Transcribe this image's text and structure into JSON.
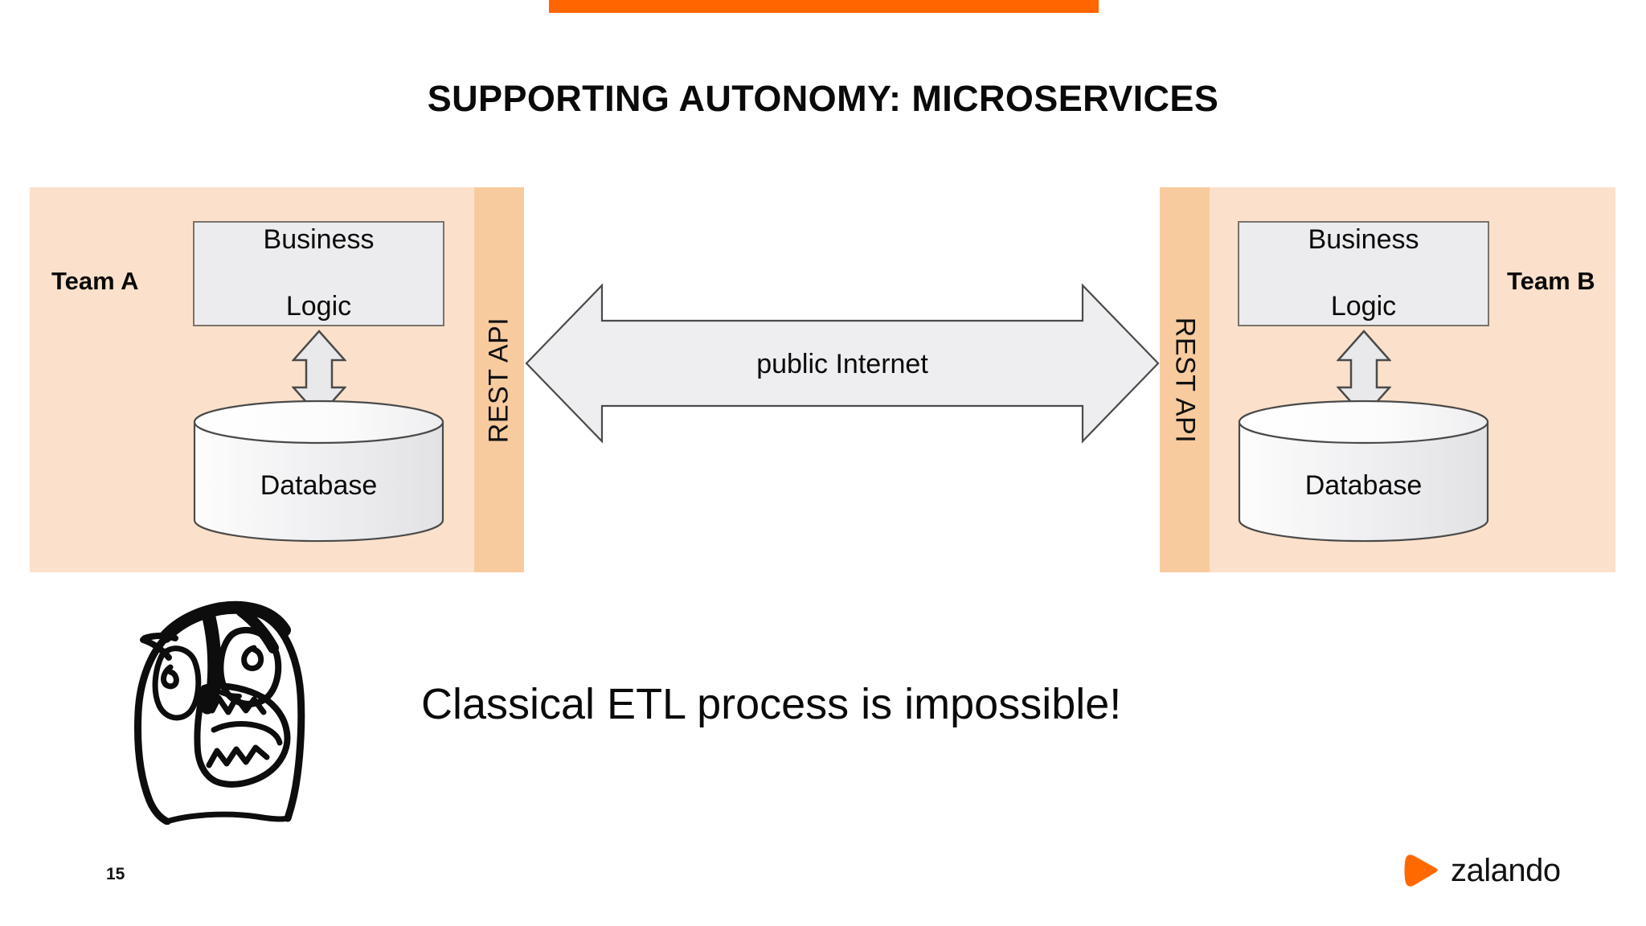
{
  "slide": {
    "title": "SUPPORTING AUTONOMY: MICROSERVICES",
    "page_number": "15",
    "accent_color": "#ff6600",
    "panel_color": "#fbe1cb",
    "api_bar_color": "#f8cb9f",
    "box_fill_color": "#ececee",
    "box_border_color": "#7a736b"
  },
  "team_a": {
    "label": "Team A",
    "api_label": "REST API",
    "logic_label": "Business\nLogic",
    "logic_line1": "Business",
    "logic_line2": "Logic",
    "database_label": "Database"
  },
  "team_b": {
    "label": "Team B",
    "api_label": "REST API",
    "logic_line1": "Business",
    "logic_line2": "Logic",
    "database_label": "Database"
  },
  "connector": {
    "label": "public Internet"
  },
  "punchline": {
    "text": "Classical ETL process is impossible!"
  },
  "brand": {
    "wordmark": "zalando",
    "mark_color": "#ff6900"
  }
}
